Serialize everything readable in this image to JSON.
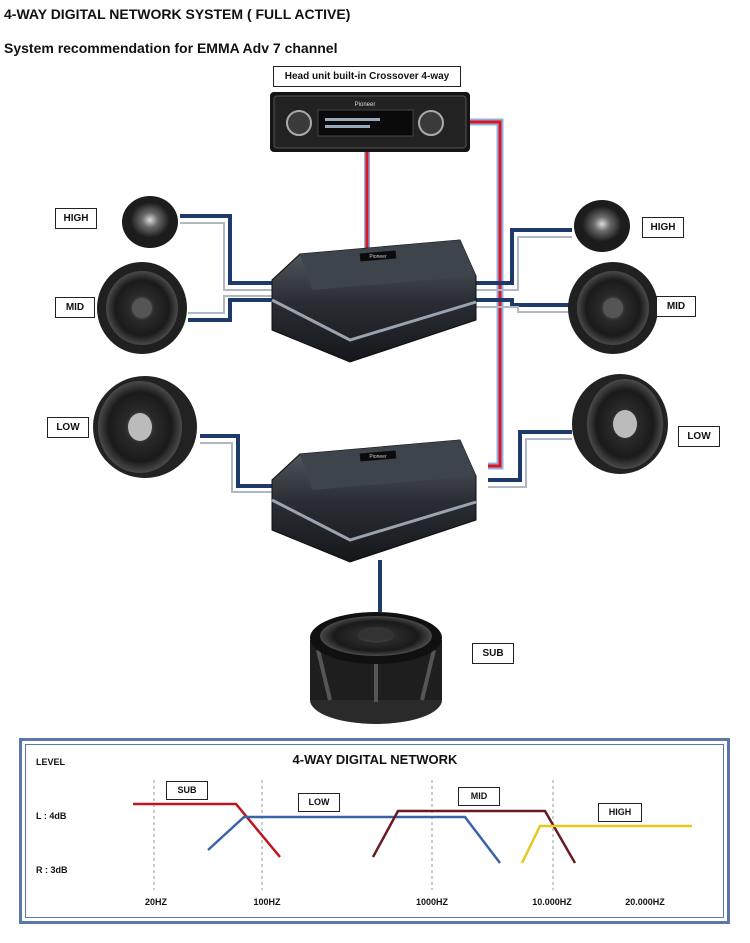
{
  "title": "4-WAY DIGITAL NETWORK SYSTEM ( FULL ACTIVE)",
  "subtitle": "System recommendation for EMMA Adv 7 channel",
  "head_unit": {
    "label": "Head unit built-in Crossover 4-way",
    "brand": "Pioneer"
  },
  "speaker_labels": {
    "high_left": "HIGH",
    "mid_left": "MID",
    "low_left": "LOW",
    "high_right": "HIGH",
    "mid_right": "MID",
    "low_right": "LOW",
    "sub": "SUB"
  },
  "amp_brand": "Pioneer",
  "colors": {
    "signal": "#e0141e",
    "speaker_wire": "#1e3a6a",
    "frame": "#5a78a8"
  },
  "chart_data": {
    "type": "line",
    "title": "4-WAY DIGITAL NETWORK",
    "ylabel": "LEVEL",
    "y_ticks": [
      "L :  4dB",
      "R : 3dB"
    ],
    "x_ticks": [
      "20HZ",
      "100HZ",
      "1000HZ",
      "10.000HZ",
      "20.000HZ"
    ],
    "series": [
      {
        "name": "SUB",
        "color": "#c0141e",
        "values": []
      },
      {
        "name": "LOW",
        "color": "#3a63a6",
        "values": []
      },
      {
        "name": "MID",
        "color": "#6a1a22",
        "values": []
      },
      {
        "name": "HIGH",
        "color": "#e8c81e",
        "values": []
      }
    ],
    "grid": "vertical dashed"
  }
}
